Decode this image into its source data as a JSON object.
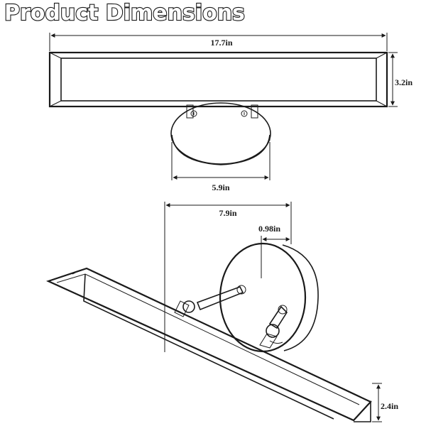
{
  "title": "Product Dimensions",
  "dimensions": {
    "width": "17.7in",
    "height": "3.2in",
    "backplate_diameter": "5.9in",
    "extension": "7.9in",
    "backplate_depth": "0.98in",
    "shade_depth": "2.4in"
  },
  "colors": {
    "line": "#1a1a1a",
    "background": "#ffffff"
  }
}
